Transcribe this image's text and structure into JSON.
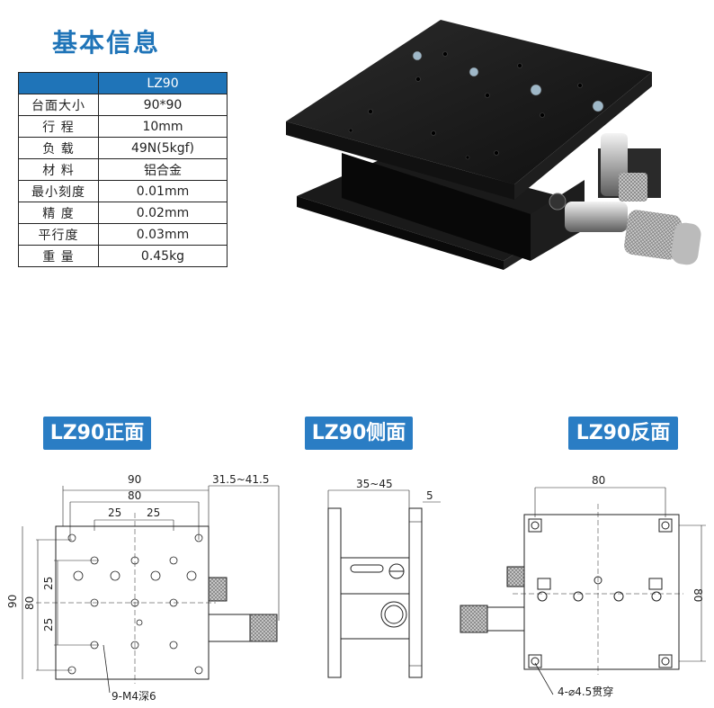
{
  "header": {
    "title": "基本信息"
  },
  "spec_table": {
    "header_value": "LZ90",
    "rows": [
      {
        "key": "台面大小",
        "value": "90*90"
      },
      {
        "key": "行 程",
        "value": "10mm"
      },
      {
        "key": "负 载",
        "value": "49N(5kgf)"
      },
      {
        "key": "材 料",
        "value": "铝合金"
      },
      {
        "key": "最小刻度",
        "value": "0.01mm"
      },
      {
        "key": "精 度",
        "value": "0.02mm"
      },
      {
        "key": "平行度",
        "value": "0.03mm"
      },
      {
        "key": "重 量",
        "value": "0.45kg"
      }
    ]
  },
  "views": {
    "front": "LZ90正面",
    "side": "LZ90侧面",
    "back": "LZ90反面"
  },
  "front_dims": {
    "w90": "90",
    "w80": "80",
    "s25a": "25",
    "s25b": "25",
    "range": "31.5~41.5",
    "h90": "90",
    "h80": "80",
    "v25a": "25",
    "v25b": "25",
    "holes": "9-M4深6"
  },
  "side_dims": {
    "range": "35~45",
    "thick": "5"
  },
  "back_dims": {
    "w80": "80",
    "h80": "80",
    "holes": "4-⌀4.5贯穿"
  }
}
